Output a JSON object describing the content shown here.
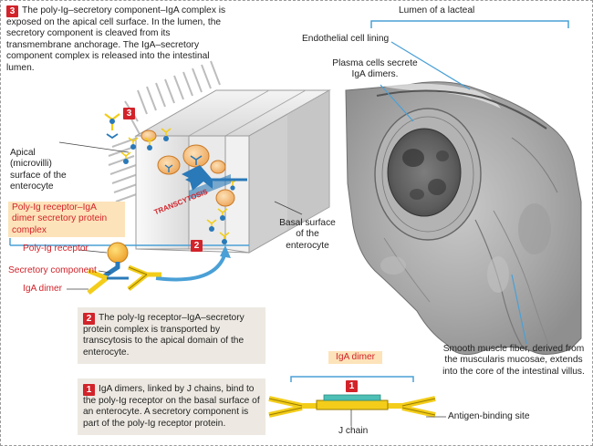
{
  "step3": {
    "number": "3",
    "text": "The poly-Ig–secretory component–IgA complex is exposed on the apical cell surface. In the lumen, the secretory component is cleaved from its transmembrane anchorage. The IgA–secretory component complex is released into the intestinal lumen."
  },
  "step2": {
    "number": "2",
    "text": "The poly-Ig receptor–IgA–secretory protein complex is transported by transcytosis to the apical domain of the enterocyte."
  },
  "step1": {
    "number": "1",
    "text": "IgA dimers, linked by J chains, bind to the poly-Ig receptor on the basal surface of an enterocyte. A secretory component is part of the poly-Ig receptor protein."
  },
  "labels": {
    "apical": "Apical (microvilli) surface of the enterocyte",
    "complex_box": "Poly-Ig receptor–IgA dimer secretory protein complex",
    "poly_ig_receptor": "Poly-Ig receptor",
    "secretory_component": "Secretory component",
    "iga_dimer": "IgA dimer",
    "transcytosis": "TRANSCYTOSIS",
    "basal_surface": "Basal surface of the enterocyte",
    "lumen": "Lumen of a lacteal",
    "endothelial": "Endothelial cell lining",
    "plasma_cells": "Plasma cells secrete IgA dimers.",
    "smooth_muscle": "Smooth muscle  fiber, derived from the muscularis mucosae, extends into the core of the intestinal villus.",
    "iga_dimer_box": "IgA dimer",
    "j_chain": "J chain",
    "antigen_site": "Antigen-binding site",
    "badge_diagram_2": "2",
    "badge_diagram_3": "3",
    "badge_dimer_1": "1"
  },
  "colors": {
    "accent_red": "#d2232a",
    "callout_beige": "#ede9e2",
    "callout_orange": "#fde3b9",
    "antibody_yellow": "#f3cd1a",
    "receptor_blue": "#2a79b8",
    "leader_blue": "#4aa0d6"
  }
}
